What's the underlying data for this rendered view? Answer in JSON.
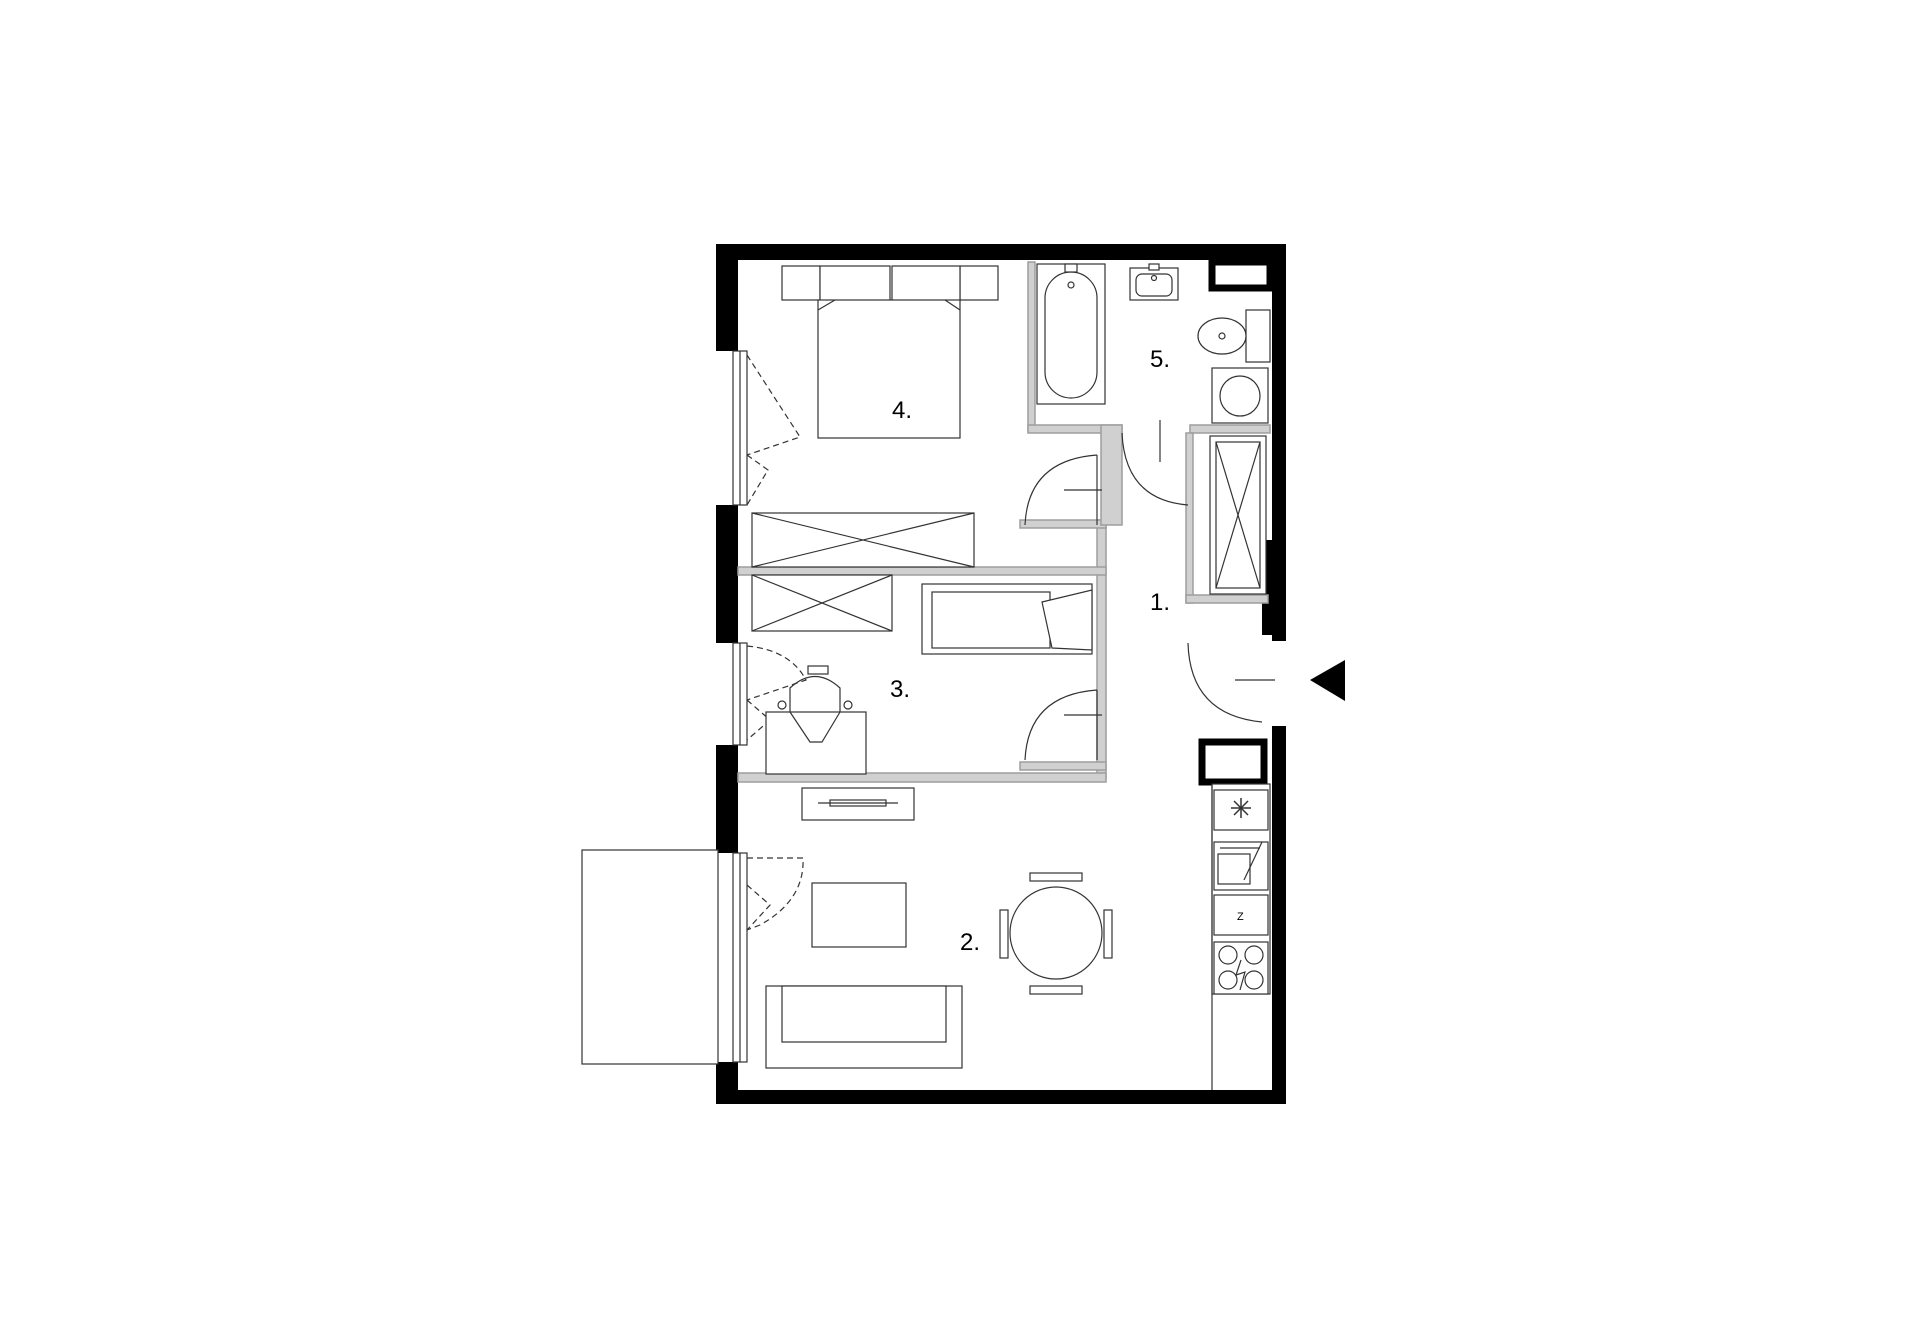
{
  "rooms": {
    "r1": "1.",
    "r2": "2.",
    "r3": "3.",
    "r4": "4.",
    "r5": "5."
  },
  "kitchen": {
    "fridge_mark": "Z"
  },
  "icons": {
    "entrance": "entrance-arrow-icon",
    "freezer": "snowflake-icon",
    "stove": "cooktop-icon"
  },
  "colors": {
    "wall": "#000000",
    "partition": "#bdbdbd",
    "line": "#333333",
    "background": "#ffffff"
  }
}
